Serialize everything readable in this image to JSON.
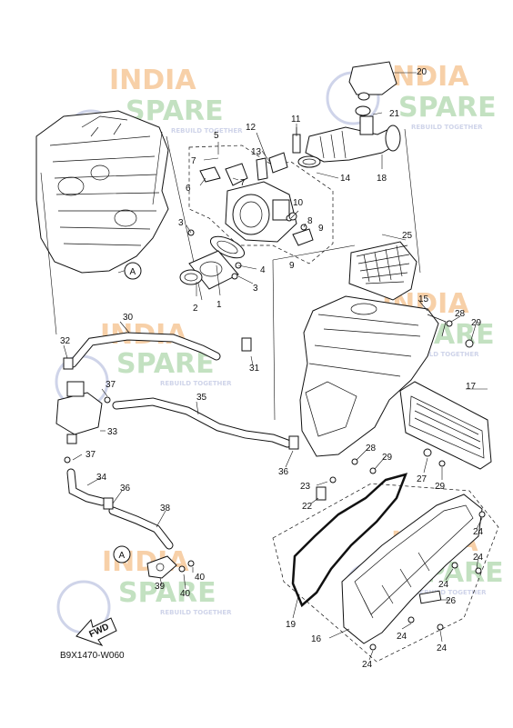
{
  "watermark": {
    "brand_line1": "INDIA",
    "brand_line2": "SPARE",
    "tagline": "REBUILD TOGETHER",
    "colors": {
      "orange": "#f6c89a",
      "green": "#b9dcb7",
      "blue": "#c7cde6"
    }
  },
  "diagram_code": "B9X1470-W060",
  "fwd_label": "FWD",
  "ref_marker": "A",
  "callouts": [
    "1",
    "2",
    "3",
    "3",
    "4",
    "5",
    "6",
    "7",
    "7",
    "8",
    "9",
    "9",
    "10",
    "11",
    "12",
    "13",
    "14",
    "15",
    "16",
    "17",
    "18",
    "19",
    "20",
    "21",
    "22",
    "23",
    "24",
    "24",
    "24",
    "24",
    "24",
    "24",
    "25",
    "26",
    "27",
    "28",
    "28",
    "29",
    "29",
    "29",
    "30",
    "31",
    "32",
    "33",
    "34",
    "35",
    "36",
    "36",
    "37",
    "37",
    "38",
    "39",
    "40",
    "40"
  ]
}
